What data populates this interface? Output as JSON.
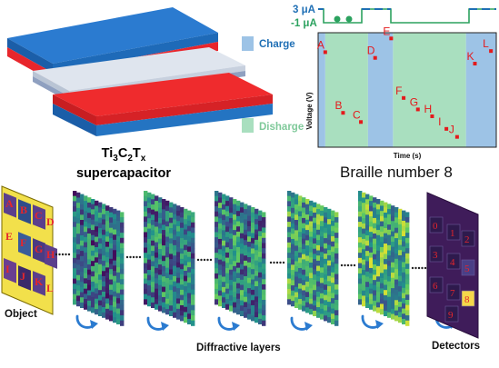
{
  "supercapacitor": {
    "formula_main": "Ti",
    "sub1": "3",
    "c": "C",
    "sub2": "2",
    "t": "T",
    "sub3": "x",
    "name": "supercapacitor"
  },
  "current": {
    "high": "3 μA",
    "low": "-1 μA",
    "color_high": "#1f6fb5",
    "color_low": "#2ca25f"
  },
  "legend": {
    "charge": "Charge",
    "discharge": "Disharge",
    "charge_color": "#9dc3e6",
    "discharge_color": "#a9dfbf"
  },
  "chart_data": {
    "type": "scatter",
    "xlabel": "Time (s)",
    "ylabel": "Voltage (V)",
    "points": [
      {
        "label": "A",
        "x": 0.04,
        "y": 0.83
      },
      {
        "label": "B",
        "x": 0.14,
        "y": 0.3
      },
      {
        "label": "C",
        "x": 0.24,
        "y": 0.22
      },
      {
        "label": "D",
        "x": 0.32,
        "y": 0.78
      },
      {
        "label": "E",
        "x": 0.41,
        "y": 0.95
      },
      {
        "label": "F",
        "x": 0.48,
        "y": 0.43
      },
      {
        "label": "G",
        "x": 0.56,
        "y": 0.33
      },
      {
        "label": "H",
        "x": 0.64,
        "y": 0.27
      },
      {
        "label": "I",
        "x": 0.72,
        "y": 0.16
      },
      {
        "label": "J",
        "x": 0.78,
        "y": 0.09
      },
      {
        "label": "K",
        "x": 0.88,
        "y": 0.73
      },
      {
        "label": "L",
        "x": 0.97,
        "y": 0.84
      }
    ],
    "charge_bands": [
      [
        0.0,
        0.04
      ],
      [
        0.28,
        0.42
      ],
      [
        0.83,
        1.0
      ]
    ],
    "discharge_bands": [
      [
        0.04,
        0.28
      ],
      [
        0.42,
        0.83
      ]
    ],
    "color": "#e41a1c"
  },
  "braille_title": "Braille number 8",
  "object": {
    "label": "Object",
    "letters": [
      "A",
      "B",
      "C",
      "D",
      "E",
      "F",
      "G",
      "H",
      "I",
      "J",
      "K",
      "L"
    ]
  },
  "diffractive_label": "Diffractive layers",
  "detectors": {
    "label": "Detectors",
    "digits": [
      "0",
      "1",
      "2",
      "3",
      "4",
      "5",
      "6",
      "7",
      "8",
      "9"
    ]
  }
}
